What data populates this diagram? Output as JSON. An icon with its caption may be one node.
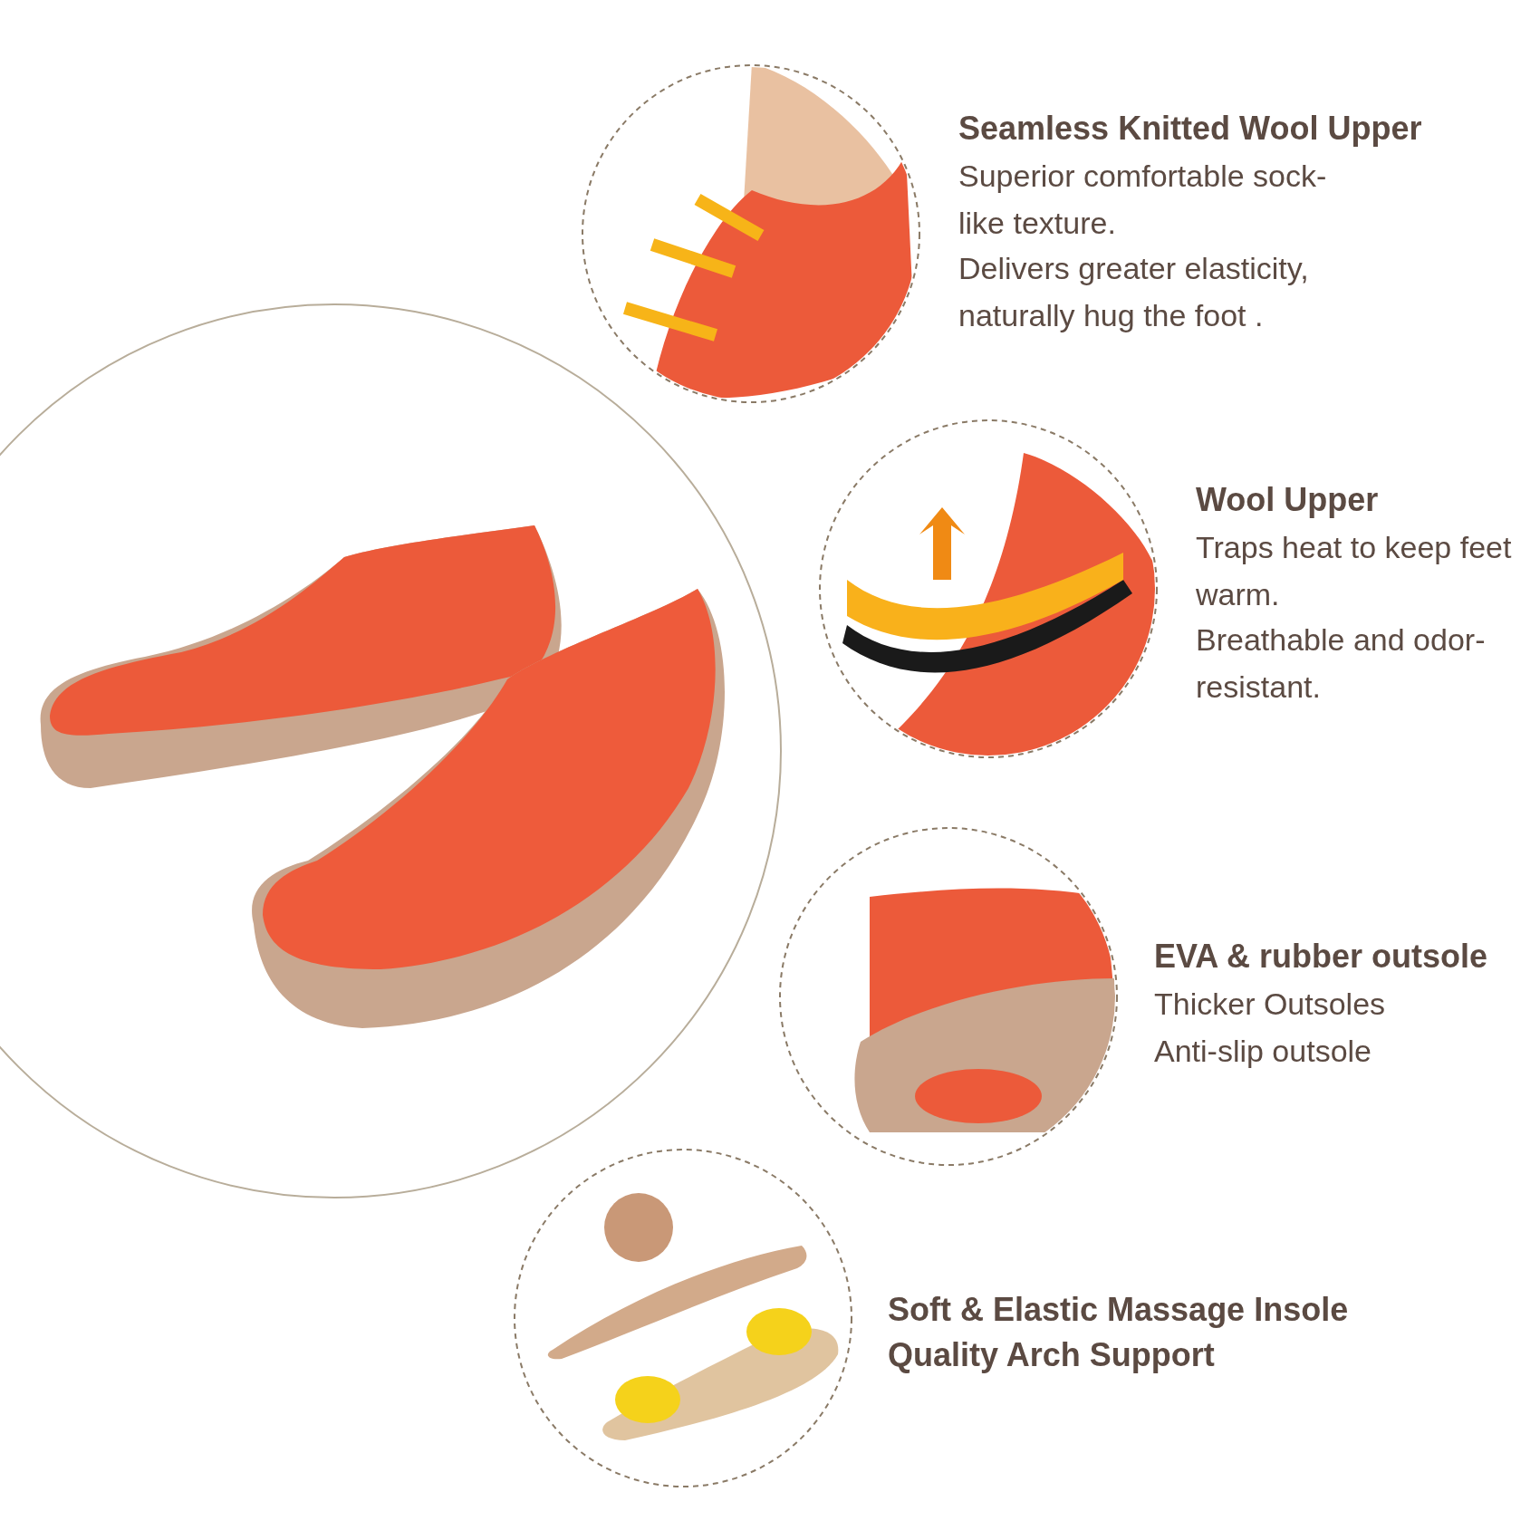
{
  "diagram": {
    "labels": [
      "Seamless Knitted Wool Upper",
      "Superior comfortable sock-like texture.",
      "Delivers greater elasticity, naturally hug the foot .",
      "Wool Upper",
      "Traps heat to keep feet warm.",
      "Breathable and odor-resistant.",
      "EVA & rubber outsole",
      "Thicker Outsoles",
      "Anti-slip outsole",
      "Soft & Elastic Massage Insole",
      "Quality Arch Support"
    ]
  }
}
